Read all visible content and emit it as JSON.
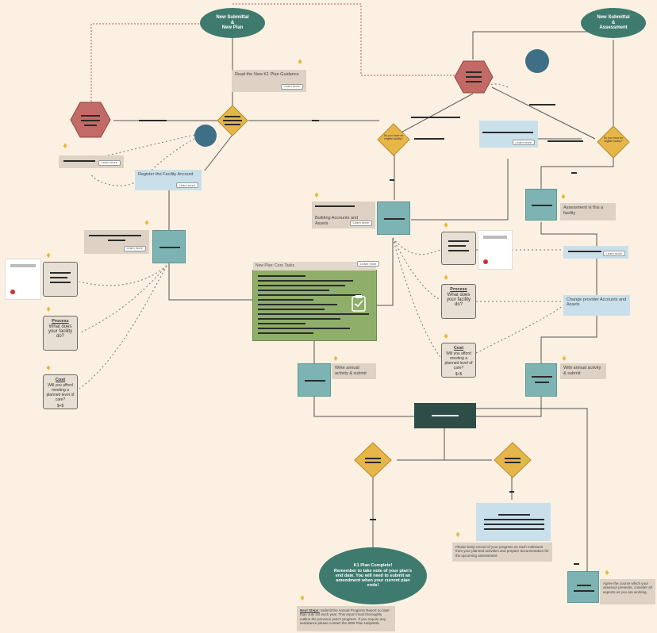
{
  "start": {
    "new_plan": "New Submittal\n&\nNew Plan",
    "assessment": "New Submittal\n&\nAssessment"
  },
  "notes": {
    "read_plan": "Read the New K1 Plan Guidance",
    "register_facility": "Register the Facility Account",
    "building_ac": "Building Accounts and Assets",
    "assessment_check": "Assessment is this a facility",
    "change_provider": "Change provider Accounts and Assets",
    "write_annual": "Write annual activity & submit",
    "write_annual_2": "With annual activity & submit",
    "assess_progress": "Please keep record of your progress on each milestone from your planned activities and prepare documentation for the upcoming assessment.",
    "assess_right": "Agree the course which your assessor presents, consider all aspects as you are working.",
    "green_title": "New Plan: Core Tasks",
    "diamond_left_mid": "Do you have an eligible facility?",
    "diamond_right": "Do you have an eligible facility?"
  },
  "cards": {
    "process_title": "Process",
    "process_text": "What does your facility do?",
    "cost_title": "Cost",
    "cost_text": "Will you afford meeting a planned level of care?",
    "cost_footer": "$+$"
  },
  "outcome": {
    "complete": "K1 Plan Complete!\nRemember to take note of your plan's end date. You will need to submit an amendment when your current plan ends!"
  },
  "next_steps": {
    "label": "Next Steps:",
    "text": "Submit the Annual Progress Report no later than July 1st each year. This report must thoroughly outline the previous year's progress. If you require any assistance please contact the SEB Plan Helpdesk."
  },
  "chip": "Learn more",
  "colors": {
    "background": "#fbf0e2",
    "oval": "#3e7b6e",
    "teal": "#7db3b3",
    "diamond": "#e7b649",
    "hexagon": "#c46a66",
    "blue_note": "#c9e0ea",
    "green_panel": "#8fae6a",
    "dark_box": "#2f4d47"
  }
}
